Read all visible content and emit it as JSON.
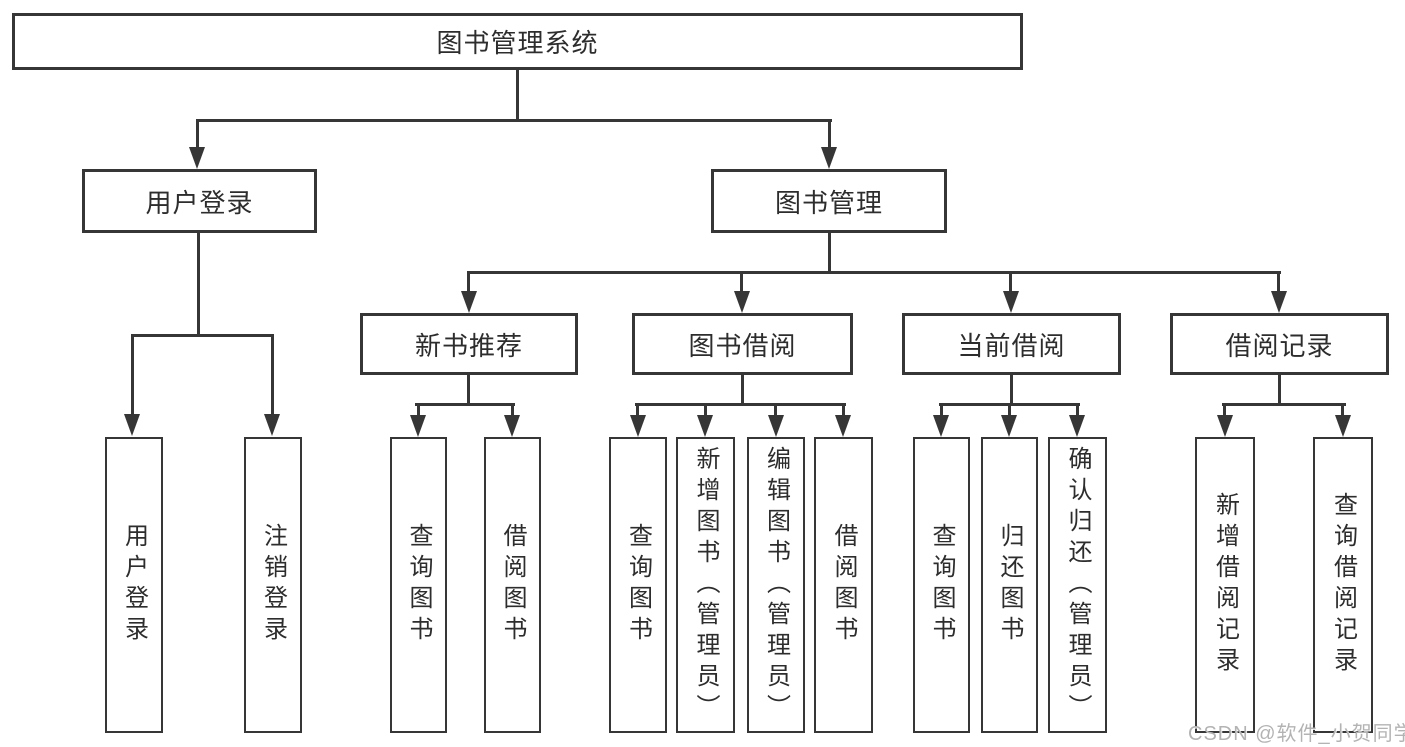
{
  "diagram": {
    "root": "图书管理系统",
    "branches": [
      {
        "label": "用户登录",
        "children": [
          "用户登录",
          "注销登录"
        ]
      },
      {
        "label": "图书管理",
        "groups": [
          {
            "label": "新书推荐",
            "children": [
              "查询图书",
              "借阅图书"
            ]
          },
          {
            "label": "图书借阅",
            "children": [
              "查询图书",
              "新增图书（管理员）",
              "编辑图书（管理员）",
              "借阅图书"
            ]
          },
          {
            "label": "当前借阅",
            "children": [
              "查询图书",
              "归还图书",
              "确认归还（管理员）"
            ]
          },
          {
            "label": "借阅记录",
            "children": [
              "新增借阅记录",
              "查询借阅记录"
            ]
          }
        ]
      }
    ]
  },
  "colors": {
    "line": "#363636",
    "box_background": "#ffffff",
    "text": "#2d2d2d",
    "watermark": "#b3b3b3"
  },
  "watermark": "CSDN @软件_小贺同学"
}
